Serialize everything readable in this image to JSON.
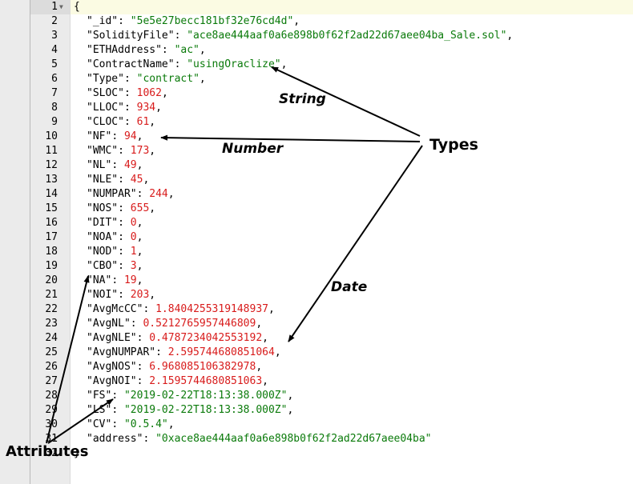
{
  "editor": {
    "line_numbers": [
      "1",
      "2",
      "3",
      "4",
      "5",
      "6",
      "7",
      "8",
      "9",
      "10",
      "11",
      "12",
      "13",
      "14",
      "15",
      "16",
      "17",
      "18",
      "19",
      "20",
      "21",
      "22",
      "23",
      "24",
      "25",
      "26",
      "27",
      "28",
      "29",
      "30",
      "31",
      "32"
    ],
    "fold_marker": "▼",
    "lines": [
      {
        "key": "{",
        "sep": "",
        "value": "",
        "kind": "punct",
        "trail": ""
      },
      {
        "key": "\"_id\"",
        "sep": ": ",
        "value": "\"5e5e27becc181bf32e76cd4d\"",
        "kind": "str",
        "trail": ","
      },
      {
        "key": "\"SolidityFile\"",
        "sep": ": ",
        "value": "\"ace8ae444aaf0a6e898b0f62f2ad22d67aee04ba_Sale.sol\"",
        "kind": "str",
        "trail": ","
      },
      {
        "key": "\"ETHAddress\"",
        "sep": ": ",
        "value": "\"ac\"",
        "kind": "str",
        "trail": ","
      },
      {
        "key": "\"ContractName\"",
        "sep": ": ",
        "value": "\"usingOraclize\"",
        "kind": "str",
        "trail": ","
      },
      {
        "key": "\"Type\"",
        "sep": ": ",
        "value": "\"contract\"",
        "kind": "str",
        "trail": ","
      },
      {
        "key": "\"SLOC\"",
        "sep": ": ",
        "value": "1062",
        "kind": "num",
        "trail": ","
      },
      {
        "key": "\"LLOC\"",
        "sep": ": ",
        "value": "934",
        "kind": "num",
        "trail": ","
      },
      {
        "key": "\"CLOC\"",
        "sep": ": ",
        "value": "61",
        "kind": "num",
        "trail": ","
      },
      {
        "key": "\"NF\"",
        "sep": ": ",
        "value": "94",
        "kind": "num",
        "trail": ","
      },
      {
        "key": "\"WMC\"",
        "sep": ": ",
        "value": "173",
        "kind": "num",
        "trail": ","
      },
      {
        "key": "\"NL\"",
        "sep": ": ",
        "value": "49",
        "kind": "num",
        "trail": ","
      },
      {
        "key": "\"NLE\"",
        "sep": ": ",
        "value": "45",
        "kind": "num",
        "trail": ","
      },
      {
        "key": "\"NUMPAR\"",
        "sep": ": ",
        "value": "244",
        "kind": "num",
        "trail": ","
      },
      {
        "key": "\"NOS\"",
        "sep": ": ",
        "value": "655",
        "kind": "num",
        "trail": ","
      },
      {
        "key": "\"DIT\"",
        "sep": ": ",
        "value": "0",
        "kind": "num",
        "trail": ","
      },
      {
        "key": "\"NOA\"",
        "sep": ": ",
        "value": "0",
        "kind": "num",
        "trail": ","
      },
      {
        "key": "\"NOD\"",
        "sep": ": ",
        "value": "1",
        "kind": "num",
        "trail": ","
      },
      {
        "key": "\"CBO\"",
        "sep": ": ",
        "value": "3",
        "kind": "num",
        "trail": ","
      },
      {
        "key": "\"NA\"",
        "sep": ": ",
        "value": "19",
        "kind": "num",
        "trail": ","
      },
      {
        "key": "\"NOI\"",
        "sep": ": ",
        "value": "203",
        "kind": "num",
        "trail": ","
      },
      {
        "key": "\"AvgMcCC\"",
        "sep": ": ",
        "value": "1.8404255319148937",
        "kind": "num",
        "trail": ","
      },
      {
        "key": "\"AvgNL\"",
        "sep": ": ",
        "value": "0.5212765957446809",
        "kind": "num",
        "trail": ","
      },
      {
        "key": "\"AvgNLE\"",
        "sep": ": ",
        "value": "0.4787234042553192",
        "kind": "num",
        "trail": ","
      },
      {
        "key": "\"AvgNUMPAR\"",
        "sep": ": ",
        "value": "2.595744680851064",
        "kind": "num",
        "trail": ","
      },
      {
        "key": "\"AvgNOS\"",
        "sep": ": ",
        "value": "6.968085106382978",
        "kind": "num",
        "trail": ","
      },
      {
        "key": "\"AvgNOI\"",
        "sep": ": ",
        "value": "2.1595744680851063",
        "kind": "num",
        "trail": ","
      },
      {
        "key": "\"FS\"",
        "sep": ": ",
        "value": "\"2019-02-22T18:13:38.000Z\"",
        "kind": "str",
        "trail": ","
      },
      {
        "key": "\"LS\"",
        "sep": ": ",
        "value": "\"2019-02-22T18:13:38.000Z\"",
        "kind": "str",
        "trail": ","
      },
      {
        "key": "\"CV\"",
        "sep": ": ",
        "value": "\"0.5.4\"",
        "kind": "str",
        "trail": ","
      },
      {
        "key": "\"address\"",
        "sep": ": ",
        "value": "\"0xace8ae444aaf0a6e898b0f62f2ad22d67aee04ba\"",
        "kind": "str",
        "trail": ""
      },
      {
        "key": "}",
        "sep": "",
        "value": "",
        "kind": "punct",
        "trail": ""
      }
    ]
  },
  "annotations": {
    "types": "Types",
    "string": "String",
    "number": "Number",
    "date": "Date",
    "attributes": "Attributes"
  },
  "colors": {
    "string_value": "#0a7a0a",
    "number_value": "#d81b1b",
    "active_line": "#fbfbe3",
    "gutter": "#ebebeb"
  }
}
